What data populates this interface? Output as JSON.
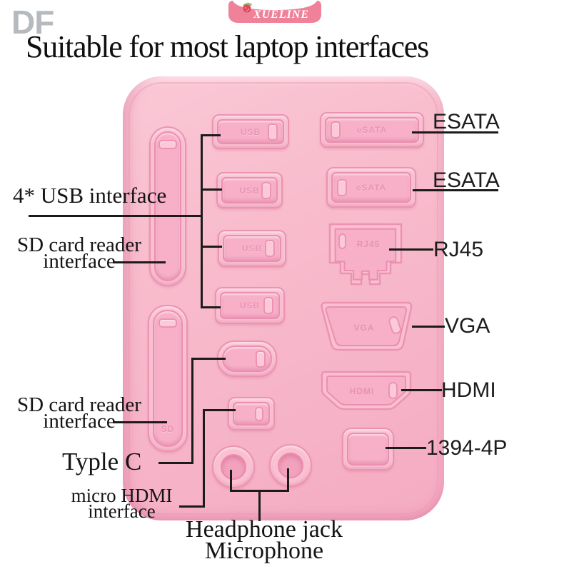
{
  "header": {
    "logo": "DF",
    "brand": "XUELINE",
    "title": "Suitable for most laptop interfaces"
  },
  "labels": {
    "usb": "4* USB interface",
    "sd_top_line1": "SD card reader",
    "sd_top_line2": "interface",
    "sd_bottom_line1": "SD card reader",
    "sd_bottom_line2": "interface",
    "type_c": "Typle C",
    "micro_hdmi_line1": "micro HDMI",
    "micro_hdmi_line2": "interface",
    "headphone": "Headphone jack",
    "microphone": "Microphone",
    "esata_1": "ESATA",
    "esata_2": "ESATA",
    "rj45": "RJ45",
    "vga": "VGA",
    "hdmi": "HDMI",
    "fw_1394": "1394-4P"
  },
  "emboss": {
    "usb": "USB",
    "esata": "eSATA",
    "rj45": "RJ45",
    "vga": "VGA",
    "hdmi": "HDMI",
    "sd": "SD"
  },
  "colors": {
    "pad_pink": "#f7b9cb",
    "plug_pink": "#f5adc6",
    "plug_border": "#ea8fb0",
    "badge_pink": "#ef8298",
    "line_black": "#1b1b1b",
    "logo_gray": "#b6babf",
    "text_black": "#141414"
  }
}
